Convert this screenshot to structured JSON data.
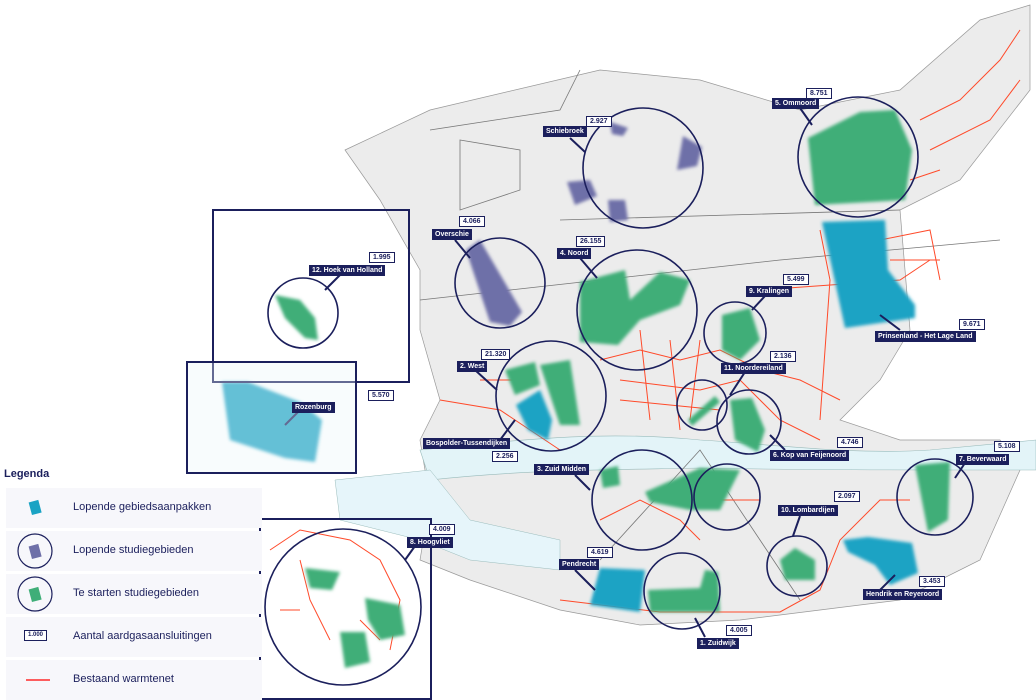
{
  "colors": {
    "running_area": "#1aa3c4",
    "running_study": "#6e6fa8",
    "start_study": "#3fae78",
    "heat_network": "#ff4a2a",
    "label_bg": "#1b1f5c"
  },
  "areas": [
    {
      "label": "Schiebroek",
      "count": "2.927"
    },
    {
      "label": "Overschie",
      "count": "4.066"
    },
    {
      "label": "4. Noord",
      "count": "26.155"
    },
    {
      "label": "5. Ommoord",
      "count": "8.751"
    },
    {
      "label": "9. Kralingen",
      "count": "5.499"
    },
    {
      "label": "Prinsenland - Het Lage Land",
      "count": "9.671"
    },
    {
      "label": "12. Hoek van Holland",
      "count": "1.995"
    },
    {
      "label": "Rozenburg",
      "count": "5.570"
    },
    {
      "label": "2. West",
      "count": "21.320"
    },
    {
      "label": "Bospolder-Tussendijken",
      "count": "2.256"
    },
    {
      "label": "11. Noordereiland",
      "count": "2.136"
    },
    {
      "label": "6. Kop van Feijenoord",
      "count": "4.746"
    },
    {
      "label": "7. Beverwaard",
      "count": "5.108"
    },
    {
      "label": "3. Zuid Midden"
    },
    {
      "label": "10. Lombardijen",
      "count": "2.097"
    },
    {
      "label": "8. Hoogvliet",
      "count": "4.009"
    },
    {
      "label": "Pendrecht",
      "count": "4.619"
    },
    {
      "label": "1. Zuidwijk",
      "count": "4.005"
    },
    {
      "label": "Hendrik en Reyeroord",
      "count": "3.453"
    }
  ],
  "legend": {
    "title": "Legenda",
    "items": [
      {
        "label": "Lopende gebiedsaanpakken",
        "icon": "running-area-swatch"
      },
      {
        "label": "Lopende studiegebieden",
        "icon": "running-study-swatch"
      },
      {
        "label": "Te starten studiegebieden",
        "icon": "start-study-swatch"
      },
      {
        "label": "Aantal aardgasaansluitingen",
        "icon": "count-box",
        "sample": "1.000"
      },
      {
        "label": "Bestaand warmtenet",
        "icon": "red-line"
      }
    ]
  }
}
